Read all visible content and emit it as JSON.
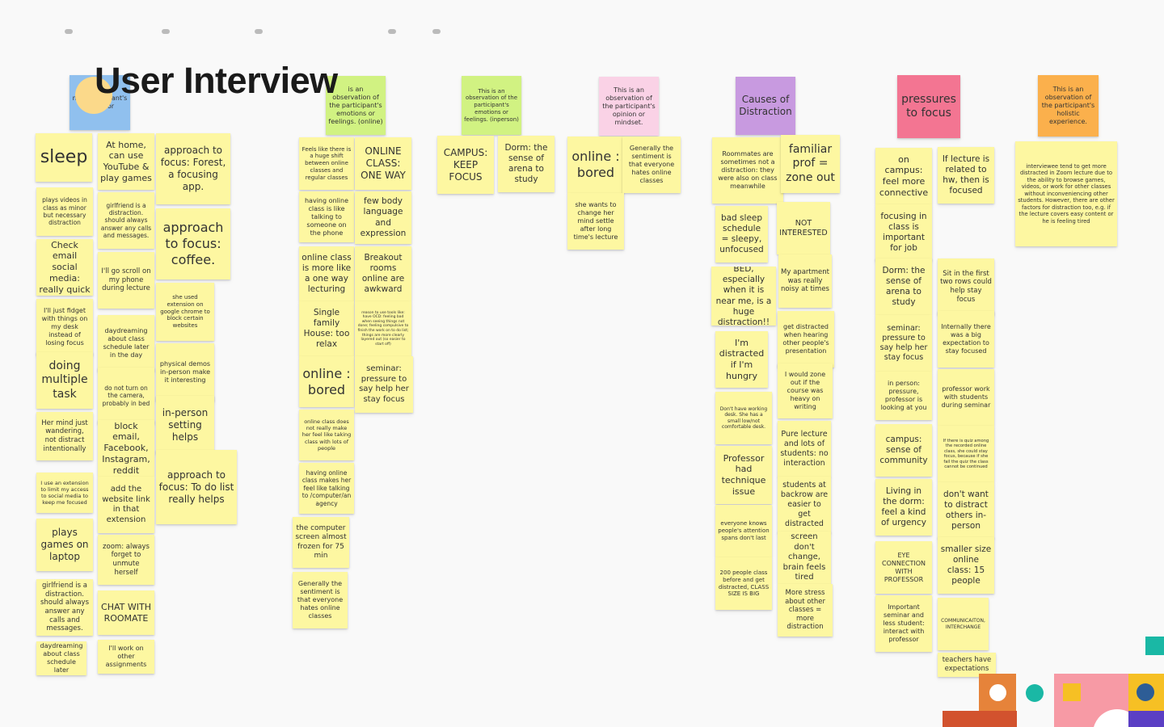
{
  "board": {
    "title": "User Interview",
    "notes": [
      {
        "color": "b",
        "text": "n of participant's behavior",
        "fs": 8
      },
      {
        "color": "g",
        "text": "is an observation of the participant's emotions or feelings. (online)",
        "fs": 8
      },
      {
        "color": "g",
        "text": "This is an observation of the participant's emotions or feelings. (inperson)",
        "fs": 7
      },
      {
        "color": "p",
        "text": "This is an observation of the participant's opinion or mindset.",
        "fs": 8
      },
      {
        "color": "v",
        "text": "Causes of Distraction",
        "fs": 12
      },
      {
        "color": "r",
        "text": "pressures to focus",
        "fs": 14
      },
      {
        "color": "o",
        "text": "This is an observation of the participant's holistic experience.",
        "fs": 8
      },
      {
        "color": "y",
        "text": "sleep",
        "fs": 22
      },
      {
        "color": "y",
        "text": "At home, can use YouTube & play games",
        "fs": 11
      },
      {
        "color": "y",
        "text": "approach to focus: Forest, a focusing app.",
        "fs": 12
      },
      {
        "color": "y",
        "text": "plays videos in class as minor but necessary distraction",
        "fs": 7.5
      },
      {
        "color": "y",
        "text": "girlfriend is a distraction. should always answer any calls and messages.",
        "fs": 7.5
      },
      {
        "color": "y",
        "text": "approach to focus: coffee.",
        "fs": 16
      },
      {
        "color": "y",
        "text": "Check email social media: really quick",
        "fs": 11
      },
      {
        "color": "y",
        "text": "I'll go scroll on my phone during lecture",
        "fs": 8.5
      },
      {
        "color": "y",
        "text": "she used extension on google chrome to block certain websites",
        "fs": 7
      },
      {
        "color": "y",
        "text": "I'll just fidget with things on my desk instead of losing focus",
        "fs": 8
      },
      {
        "color": "y",
        "text": "daydreaming about class schedule later in the day",
        "fs": 8
      },
      {
        "color": "y",
        "text": "physical demos in-person make it interesting",
        "fs": 8
      },
      {
        "color": "y",
        "text": "doing multiple task",
        "fs": 14
      },
      {
        "color": "y",
        "text": "do not turn on the camera, probably in bed",
        "fs": 7.5
      },
      {
        "color": "y",
        "text": "in-person setting helps",
        "fs": 12
      },
      {
        "color": "y",
        "text": "Her mind just wandering, not distract intentionally",
        "fs": 8.5
      },
      {
        "color": "y",
        "text": "block email, Facebook, Instagram, reddit",
        "fs": 11
      },
      {
        "color": "y",
        "text": "approach to focus: To do list really helps",
        "fs": 12
      },
      {
        "color": "y",
        "text": "I use an extension to limit my access to social media to keep me focused",
        "fs": 6.5
      },
      {
        "color": "y",
        "text": "add the website link in that extension",
        "fs": 10
      },
      {
        "color": "y",
        "text": "plays games on laptop",
        "fs": 12
      },
      {
        "color": "y",
        "text": "zoom: always forget to unmute herself",
        "fs": 8.5
      },
      {
        "color": "y",
        "text": "girlfriend is a distraction. should always answer any calls and messages.",
        "fs": 8.5
      },
      {
        "color": "y",
        "text": "CHAT WITH ROOMATE",
        "fs": 11
      },
      {
        "color": "y",
        "text": "daydreaming about class schedule later",
        "fs": 8
      },
      {
        "color": "y",
        "text": "I'll work on other assignments",
        "fs": 8
      },
      {
        "color": "y",
        "text": "Feels like there is a huge shift between online classes and regular classes",
        "fs": 7
      },
      {
        "color": "y",
        "text": "ONLINE CLASS: ONE WAY",
        "fs": 12
      },
      {
        "color": "y",
        "text": "having online class is like talking to someone on the phone",
        "fs": 8
      },
      {
        "color": "y",
        "text": "few body language and expression",
        "fs": 10.5
      },
      {
        "color": "y",
        "text": "online class is more like a one way lecturing",
        "fs": 10.5
      },
      {
        "color": "y",
        "text": "Breakout rooms online are awkward",
        "fs": 10.5
      },
      {
        "color": "y",
        "text": "Single family House: too relax",
        "fs": 10.5
      },
      {
        "color": "y",
        "text": "reason to use tools like: have OCD: feeling bad when seeing things not done; feeling compulsive to finish the work on to do list; things are more clearly layered out (so easier to start off)",
        "fs": 4.5
      },
      {
        "color": "y",
        "text": "online : bored",
        "fs": 16
      },
      {
        "color": "y",
        "text": "seminar: pressure to say help her stay focus",
        "fs": 10
      },
      {
        "color": "y",
        "text": "online class does not really make her feel like taking class with lots of people",
        "fs": 6.5
      },
      {
        "color": "y",
        "text": "having online class makes her feel like talking to /computer/an agency",
        "fs": 7.5
      },
      {
        "color": "y",
        "text": "the computer screen almost frozen for 75 min",
        "fs": 9
      },
      {
        "color": "y",
        "text": "Generally the sentiment is that everyone hates online classes",
        "fs": 8
      },
      {
        "color": "y",
        "text": "CAMPUS: KEEP FOCUS",
        "fs": 12
      },
      {
        "color": "y",
        "text": "Dorm: the sense of arena to study",
        "fs": 10.5
      },
      {
        "color": "y",
        "text": "online : bored",
        "fs": 16
      },
      {
        "color": "y",
        "text": "Generally the sentiment is that everyone hates online classes",
        "fs": 8
      },
      {
        "color": "y",
        "text": "she wants to change her mind settle after long time's lecture",
        "fs": 8
      },
      {
        "color": "y",
        "text": "Roommates are sometimes not a distraction: they were also on class meanwhile",
        "fs": 8
      },
      {
        "color": "y",
        "text": "familiar prof = zone out",
        "fs": 14
      },
      {
        "color": "y",
        "text": "bad sleep schedule = sleepy, unfocused",
        "fs": 10.5
      },
      {
        "color": "y",
        "text": "NOT INTERESTED",
        "fs": 9.5
      },
      {
        "color": "y",
        "text": "BED, especially when it is near me, is a huge distraction!!",
        "fs": 10.5
      },
      {
        "color": "y",
        "text": "My apartment was really noisy at times",
        "fs": 8.5
      },
      {
        "color": "y",
        "text": "I'm distracted if I'm hungry",
        "fs": 11
      },
      {
        "color": "y",
        "text": "get distracted when hearing other people's presentation",
        "fs": 8
      },
      {
        "color": "y",
        "text": "Don't have working desk. She has a small low/not comfortable desk.",
        "fs": 6
      },
      {
        "color": "y",
        "text": "I would zone out if the course was heavy on writing",
        "fs": 8
      },
      {
        "color": "y",
        "text": "Professor had technique issue",
        "fs": 11
      },
      {
        "color": "y",
        "text": "Pure lecture and lots of students: no interaction",
        "fs": 9.5
      },
      {
        "color": "y",
        "text": "everyone knows people's attention spans don't last",
        "fs": 7
      },
      {
        "color": "y",
        "text": "students at backrow are easier to get distracted",
        "fs": 9.5
      },
      {
        "color": "y",
        "text": "200 people class before and get distracted, CLASS SIZE IS BIG",
        "fs": 7
      },
      {
        "color": "y",
        "text": "screen don't change, brain feels tired",
        "fs": 10
      },
      {
        "color": "y",
        "text": "More stress about other classes = more distraction",
        "fs": 8.5
      },
      {
        "color": "y",
        "text": "on campus: feel more connective",
        "fs": 11
      },
      {
        "color": "y",
        "text": "If lecture is related to hw, then is focused",
        "fs": 10.5
      },
      {
        "color": "y",
        "text": "focusing in class is important for job",
        "fs": 10.5
      },
      {
        "color": "y",
        "text": "Dorm: the sense of arena to study",
        "fs": 10.5
      },
      {
        "color": "y",
        "text": "Sit in the first two rows could help stay focus",
        "fs": 8.5
      },
      {
        "color": "y",
        "text": "seminar: pressure to say help her stay focus",
        "fs": 9.5
      },
      {
        "color": "y",
        "text": "Internally there was a big expectation to stay focused",
        "fs": 8
      },
      {
        "color": "y",
        "text": "in person: pressure, professor is looking at you",
        "fs": 8
      },
      {
        "color": "y",
        "text": "professor work with students during seminar",
        "fs": 8
      },
      {
        "color": "y",
        "text": "campus: sense of community",
        "fs": 10.5
      },
      {
        "color": "y",
        "text": "If there is quiz among the recorded online class, she could stay focus, because if she fail the quiz the class cannot be continued",
        "fs": 5.2
      },
      {
        "color": "y",
        "text": "Living in the dorm: feel a kind of urgency",
        "fs": 10.5
      },
      {
        "color": "y",
        "text": "don't want to distract others in-person",
        "fs": 10.5
      },
      {
        "color": "y",
        "text": "EYE CONNECTION WITH PROFESSOR",
        "fs": 8
      },
      {
        "color": "y",
        "text": "smaller size online class: 15 people",
        "fs": 10.5
      },
      {
        "color": "y",
        "text": "Important seminar and less student: interact with professor",
        "fs": 8
      },
      {
        "color": "y",
        "text": "COMMUNICAITON, INTERCHANGE",
        "fs": 6
      },
      {
        "color": "y",
        "text": "teachers have expectations",
        "fs": 8.5
      },
      {
        "color": "y",
        "text": "interviewee tend to get more distracted in Zoom lecture due to the ability to browse games, videos, or work for other classes without inconveniencing other students. However, there are other factors for distraction too, e.g. if the lecture covers easy content or he is feeling tired",
        "fs": 6.8
      }
    ]
  },
  "decor": {
    "teal": "#1ab8a5",
    "orange": "#e6833a",
    "rust": "#d2522e",
    "pink": "#f79aa5",
    "yellow": "#f6c024",
    "navy": "#2d5d96",
    "purple": "#5b3fc4"
  }
}
